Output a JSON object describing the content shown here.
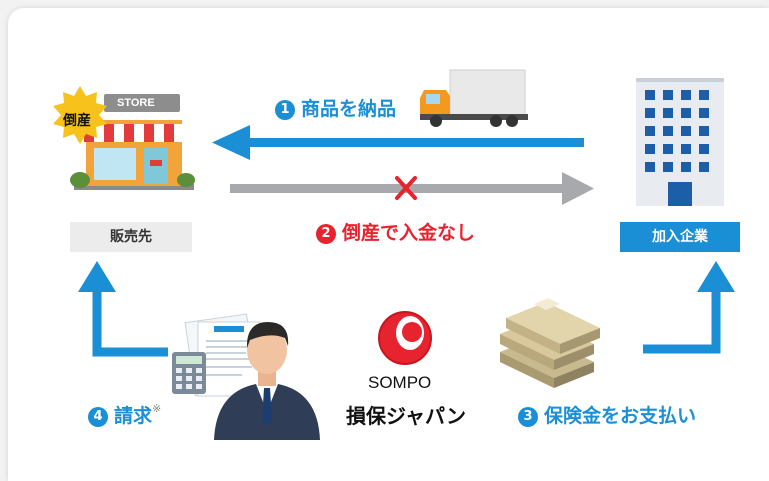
{
  "steps": {
    "step1": {
      "num": "1",
      "text": "商品を納品"
    },
    "step2": {
      "num": "2",
      "text": "倒産で入金なし"
    },
    "step3": {
      "num": "3",
      "text": "保険金をお支払い"
    },
    "step4": {
      "num": "4",
      "text": "請求",
      "note": "※"
    }
  },
  "seller": {
    "label": "販売先",
    "badge": "倒産",
    "sign": "STORE"
  },
  "company": {
    "label": "加入企業"
  },
  "insurer": {
    "en": "SOMPO",
    "jp": "損保ジャパン"
  },
  "colors": {
    "blue": "#1b8fd6",
    "red": "#e6232e",
    "gray": "#a7a9ac",
    "badge": "#f7c21b",
    "logo": "#e6232e"
  },
  "icons": [
    "truck-icon",
    "building-icon",
    "store-icon",
    "businessman-icon",
    "calculator-icon",
    "invoice-icon",
    "money-icon",
    "cross-icon",
    "sompo-logo-icon"
  ]
}
